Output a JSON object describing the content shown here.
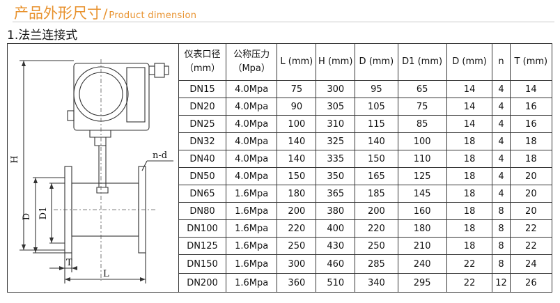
{
  "heading": {
    "title_cn": "产品外形尺寸",
    "separator": "/",
    "title_en": "Product dimension"
  },
  "section": {
    "title": "1.法兰连接式"
  },
  "drawing": {
    "labels": {
      "h": "H",
      "nd": "n-d",
      "d": "D",
      "d1": "D1",
      "t": "T",
      "l": "L"
    }
  },
  "table": {
    "headers": [
      [
        "仪表口径",
        "（mm）"
      ],
      [
        "公称压力",
        "（Mpa）"
      ],
      [
        "L (mm)"
      ],
      [
        "H (mm)"
      ],
      [
        "D (mm)"
      ],
      [
        "D1 (mm)"
      ],
      [
        "D (mm)"
      ],
      [
        "n"
      ],
      [
        "T (mm)"
      ]
    ],
    "rows": [
      [
        "DN15",
        "4.0Mpa",
        "75",
        "300",
        "95",
        "65",
        "14",
        "4",
        "14"
      ],
      [
        "DN20",
        "4.0Mpa",
        "90",
        "305",
        "105",
        "75",
        "14",
        "4",
        "16"
      ],
      [
        "DN25",
        "4.0Mpa",
        "100",
        "310",
        "115",
        "85",
        "14",
        "4",
        "16"
      ],
      [
        "DN32",
        "4.0Mpa",
        "140",
        "325",
        "140",
        "100",
        "18",
        "4",
        "18"
      ],
      [
        "DN40",
        "4.0Mpa",
        "140",
        "335",
        "150",
        "110",
        "18",
        "4",
        "18"
      ],
      [
        "DN50",
        "4.0Mpa",
        "150",
        "350",
        "165",
        "125",
        "18",
        "4",
        "20"
      ],
      [
        "DN65",
        "1.6Mpa",
        "180",
        "365",
        "185",
        "145",
        "18",
        "4",
        "20"
      ],
      [
        "DN80",
        "1.6Mpa",
        "200",
        "380",
        "200",
        "160",
        "18",
        "8",
        "20"
      ],
      [
        "DN100",
        "1.6Mpa",
        "220",
        "400",
        "220",
        "180",
        "18",
        "8",
        "22"
      ],
      [
        "DN125",
        "1.6Mpa",
        "250",
        "430",
        "250",
        "210",
        "18",
        "8",
        "22"
      ],
      [
        "DN150",
        "1.6Mpa",
        "300",
        "460",
        "285",
        "240",
        "22",
        "8",
        "24"
      ],
      [
        "DN200",
        "1.6Mpa",
        "360",
        "510",
        "340",
        "295",
        "22",
        "12",
        "26"
      ]
    ]
  },
  "colors": {
    "accent": "#e8922e",
    "rule": "#c9c9c9",
    "line": "#333333"
  }
}
